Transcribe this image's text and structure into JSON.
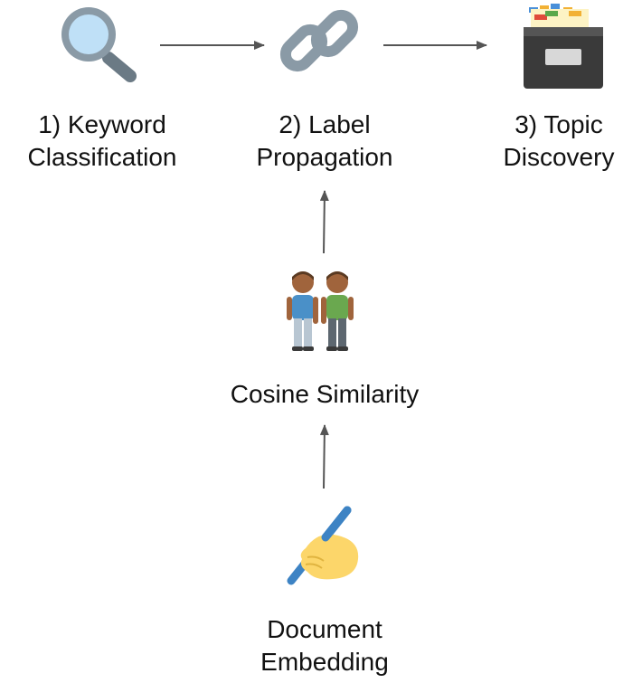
{
  "steps": [
    {
      "id": "keyword",
      "line1": "1) Keyword",
      "line2": "Classification",
      "icon": "magnifying-glass-icon"
    },
    {
      "id": "label",
      "line1": "2) Label",
      "line2": "Propagation",
      "icon": "link-icon"
    },
    {
      "id": "topic",
      "line1": "3) Topic",
      "line2": "Discovery",
      "icon": "card-file-box-icon"
    }
  ],
  "similarity": {
    "label": "Cosine Similarity",
    "icon": "two-people-holding-hands-icon"
  },
  "embedding": {
    "line1": "Document",
    "line2": "Embedding",
    "icon": "writing-hand-icon"
  },
  "colors": {
    "arrow": "#555555",
    "magnifier_rim": "#8a9aa6",
    "magnifier_lens": "#bfe0f7",
    "link": "#8a9aa6",
    "cabinet": "#3a3a3a",
    "skin": "#a0643c",
    "shirt_blue": "#4a90c8",
    "shirt_green": "#6aa84f",
    "hand_yellow": "#fcd66a",
    "pen_blue": "#3d83c4"
  }
}
